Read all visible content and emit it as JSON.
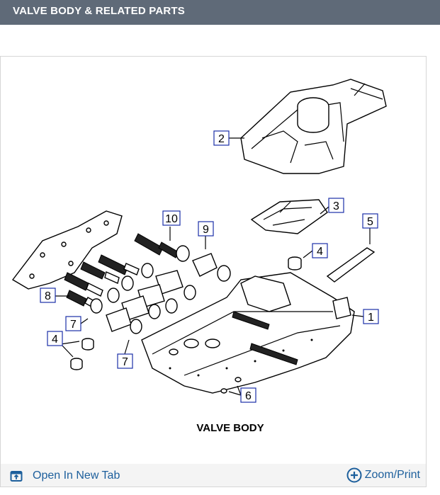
{
  "header": {
    "title": "VALVE BODY & RELATED PARTS"
  },
  "diagram": {
    "caption": "VALVE BODY",
    "callouts": [
      "1",
      "2",
      "3",
      "4",
      "4",
      "5",
      "6",
      "7",
      "7",
      "8",
      "9",
      "10"
    ]
  },
  "footer": {
    "open_label": "Open In New Tab",
    "open_icon": "open-new-tab-icon",
    "zoom_label": "Zoom/Print",
    "zoom_icon": "plus-circle-icon"
  },
  "colors": {
    "header_bg": "#5f6a78",
    "link": "#1d5f9c",
    "callout_border": "#1b2fa8"
  }
}
